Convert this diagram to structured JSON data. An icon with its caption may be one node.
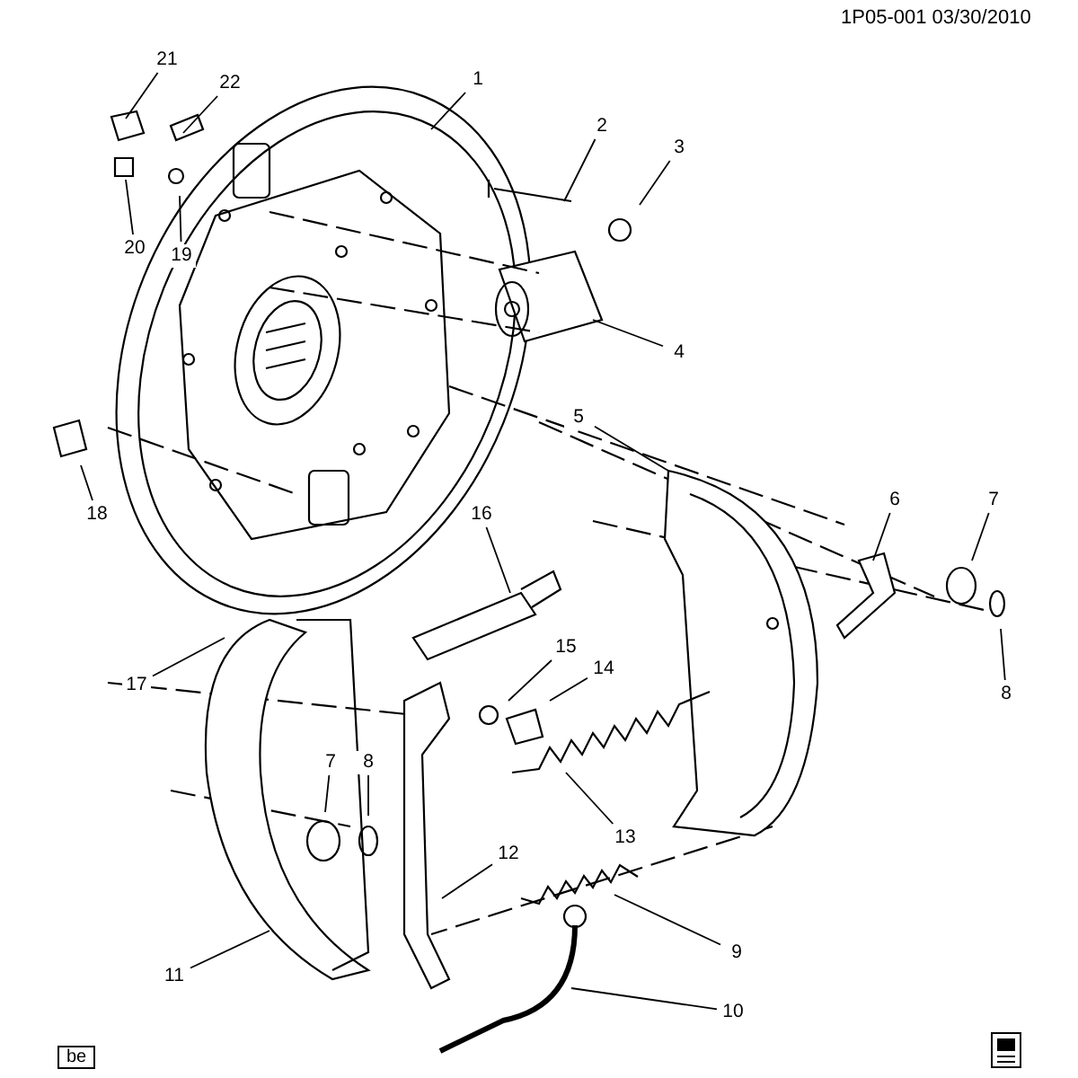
{
  "diagram": {
    "nodes": [
      {
        "text": [
          "21"
        ]
      },
      {
        "text": [
          "22"
        ]
      },
      {
        "text": [
          "1"
        ]
      },
      {
        "text": [
          "2"
        ]
      },
      {
        "text": [
          "3"
        ]
      },
      {
        "text": [
          "20"
        ]
      },
      {
        "text": [
          "19"
        ]
      },
      {
        "text": [
          "4"
        ]
      },
      {
        "text": [
          "18"
        ]
      },
      {
        "text": [
          "5"
        ]
      },
      {
        "text": [
          "6"
        ]
      },
      {
        "text": [
          "7"
        ]
      },
      {
        "text": [
          "16"
        ]
      },
      {
        "text": [
          "8"
        ]
      },
      {
        "text": [
          "15"
        ]
      },
      {
        "text": [
          "14"
        ]
      },
      {
        "text": [
          "17"
        ]
      },
      {
        "text": [
          "13"
        ]
      },
      {
        "text": [
          "7"
        ]
      },
      {
        "text": [
          "8"
        ]
      },
      {
        "text": [
          "12"
        ]
      },
      {
        "text": [
          "9"
        ]
      },
      {
        "text": [
          "11"
        ]
      },
      {
        "text": [
          "10"
        ]
      }
    ],
    "edges": [
      {
        "from": 0,
        "to": null,
        "arrow": "none"
      },
      {
        "from": 1,
        "to": null,
        "arrow": "none"
      },
      {
        "from": 2,
        "to": null,
        "arrow": "none"
      },
      {
        "from": 3,
        "to": null,
        "arrow": "none"
      },
      {
        "from": 4,
        "to": null,
        "arrow": "none"
      },
      {
        "from": 5,
        "to": null,
        "arrow": "none"
      },
      {
        "from": 6,
        "to": null,
        "arrow": "none"
      },
      {
        "from": 7,
        "to": null,
        "arrow": "none"
      },
      {
        "from": 8,
        "to": null,
        "arrow": "none"
      },
      {
        "from": 9,
        "to": null,
        "arrow": "none"
      },
      {
        "from": 10,
        "to": null,
        "arrow": "none"
      },
      {
        "from": 11,
        "to": null,
        "arrow": "none"
      },
      {
        "from": 12,
        "to": null,
        "arrow": "none"
      },
      {
        "from": 13,
        "to": null,
        "arrow": "none"
      },
      {
        "from": 14,
        "to": null,
        "arrow": "none"
      },
      {
        "from": 15,
        "to": null,
        "arrow": "none"
      },
      {
        "from": 16,
        "to": null,
        "arrow": "none"
      },
      {
        "from": 17,
        "to": null,
        "arrow": "none"
      },
      {
        "from": 18,
        "to": null,
        "arrow": "none"
      },
      {
        "from": 19,
        "to": null,
        "arrow": "none"
      },
      {
        "from": 20,
        "to": null,
        "arrow": "none"
      },
      {
        "from": 21,
        "to": null,
        "arrow": "none"
      },
      {
        "from": 22,
        "to": null,
        "arrow": "none"
      },
      {
        "from": 23,
        "to": null,
        "arrow": "none"
      }
    ],
    "labels": [
      "1P05-001 03/30/2010",
      "be"
    ]
  }
}
